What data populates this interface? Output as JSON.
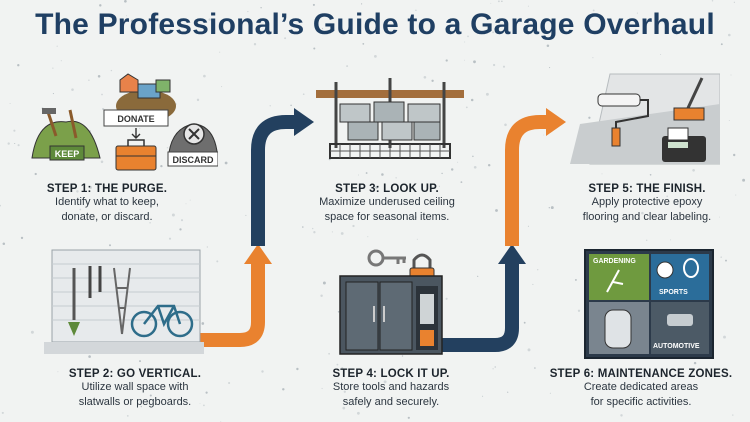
{
  "title": "The Professional’s Guide to a Garage Overhaul",
  "colors": {
    "title": "#1f3f63",
    "navy_arrow": "#23405f",
    "orange_arrow": "#e9822f",
    "keep_green": "#5e8a3a",
    "discard_gray": "#6e6e6e"
  },
  "steps": [
    {
      "title": "STEP 1: THE PURGE.",
      "desc_lines": [
        "Identify what to keep,",
        "donate, or discard."
      ]
    },
    {
      "title": "STEP 2: GO VERTICAL.",
      "desc_lines": [
        "Utilize wall space with",
        "slatwalls or pegboards."
      ]
    },
    {
      "title": "STEP 3: LOOK UP.",
      "desc_lines": [
        "Maximize underused ceiling",
        "space for seasonal items."
      ]
    },
    {
      "title": "STEP 4: LOCK IT UP.",
      "desc_lines": [
        "Store tools and hazards",
        "safely and securely."
      ]
    },
    {
      "title": "STEP 5: THE FINISH.",
      "desc_lines": [
        "Apply protective epoxy",
        "flooring and clear labeling."
      ]
    },
    {
      "title": "STEP 6: MAINTENANCE ZONES.",
      "desc_lines": [
        "Create dedicated areas",
        "for specific activities."
      ]
    }
  ],
  "purge_labels": {
    "keep": "KEEP",
    "donate": "DONATE",
    "discard": "DISCARD"
  },
  "zone_labels": {
    "gardening": "GARDENING",
    "sports": "SPORTS",
    "automotive": "AUTOMOTIVE"
  },
  "icons": [
    "keep-pile-icon",
    "donate-pile-icon",
    "discard-pile-icon",
    "pegboard-wall-icon",
    "ceiling-rack-icon",
    "locked-cabinet-icon",
    "key-icon",
    "padlock-icon",
    "paint-roller-icon",
    "brush-icon",
    "label-printer-icon",
    "zone-floor-plan-icon"
  ]
}
